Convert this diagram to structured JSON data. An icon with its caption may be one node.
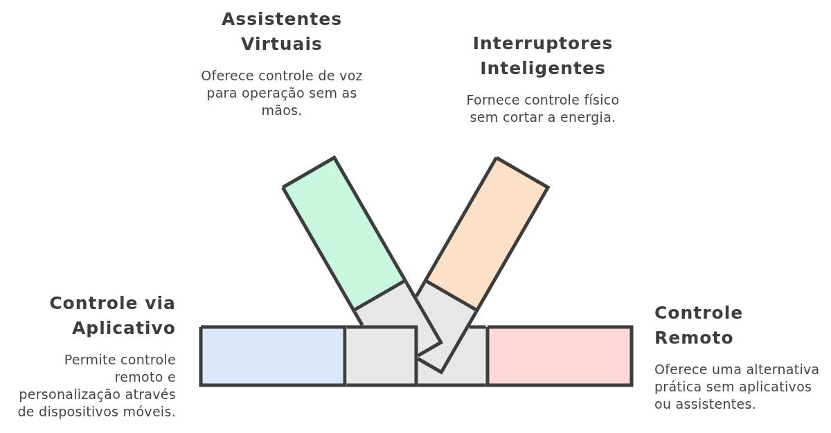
{
  "diagram": {
    "nodes": [
      {
        "text": [],
        "shape": "bar",
        "beside": [
          "Assistentes Virtuais",
          "Oferece controle de voz para operação sem as mãos."
        ]
      },
      {
        "text": [],
        "shape": "bar",
        "beside": [
          "Interruptores Inteligentes",
          "Fornece controle físico sem cortar a energia."
        ]
      },
      {
        "text": [],
        "shape": "bar",
        "beside": [
          "Controle via Aplicativo",
          "Permite controle remoto e personalização através de dispositivos móveis."
        ]
      },
      {
        "text": [],
        "shape": "bar",
        "beside": [
          "Controle Remoto",
          "Oferece uma alternativa prática sem aplicativos ou assistentes."
        ]
      },
      {
        "text": [],
        "shape": "bar"
      },
      {
        "text": [],
        "shape": "bar"
      },
      {
        "text": [],
        "shape": "bar"
      },
      {
        "text": [],
        "shape": "bar"
      }
    ]
  }
}
